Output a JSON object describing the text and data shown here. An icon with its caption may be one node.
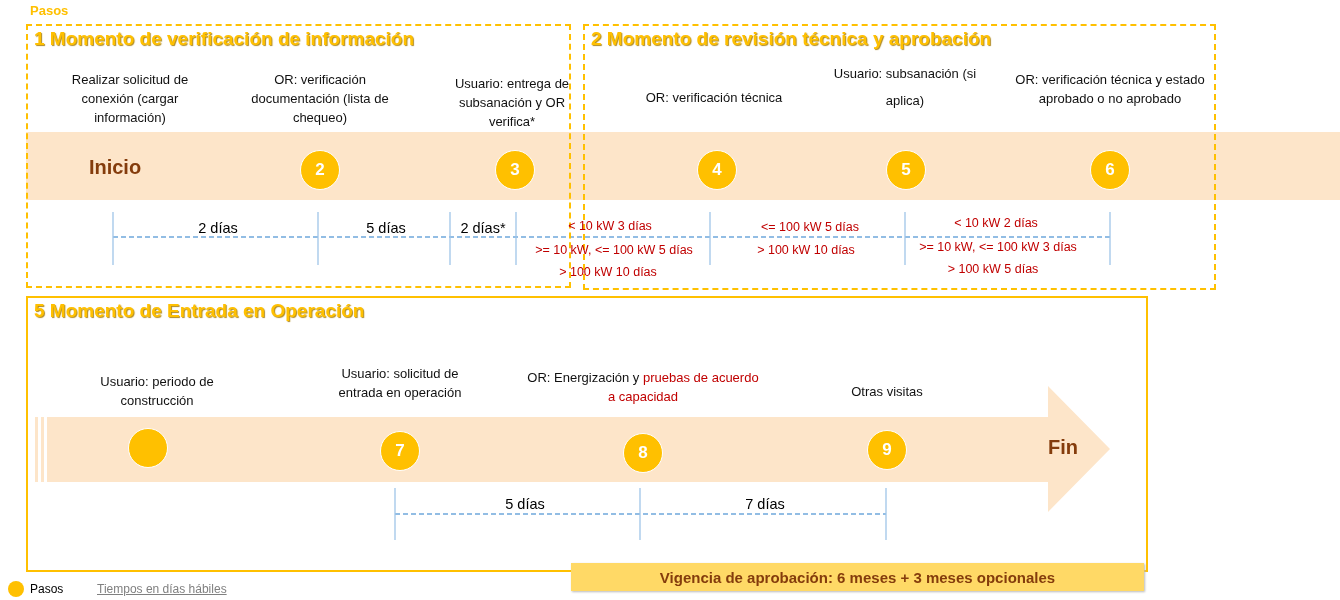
{
  "diagram": {
    "nodes": [
      {
        "text": [
          "1 Momento de verificación de información"
        ]
      },
      {
        "text": [
          "2 Momento de revisión técnica y aprobación"
        ]
      },
      {
        "text": [
          "5 Momento de Entrada en Operación"
        ]
      },
      {
        "text": [
          "Inicio"
        ],
        "in": 0,
        "beside": [
          "Realizar solicitud de conexión (cargar información)"
        ]
      },
      {
        "text": [
          "2"
        ],
        "in": 0,
        "beside": [
          "OR: verificación documentación (lista de chequeo)"
        ]
      },
      {
        "text": [
          "3"
        ],
        "in": 0,
        "beside": [
          "Usuario: entrega de subsanación y OR verifica*"
        ]
      },
      {
        "text": [
          "4"
        ],
        "in": 1,
        "beside": [
          "OR: verificación técnica"
        ]
      },
      {
        "text": [
          "5"
        ],
        "in": 1,
        "beside": [
          "Usuario: subsanación (si aplica)"
        ]
      },
      {
        "text": [
          "6"
        ],
        "in": 1,
        "beside": [
          "OR: verificación técnica y estado aprobado o no aprobado"
        ]
      },
      {
        "text": [],
        "shape": "circle",
        "in": 2,
        "beside": [
          "Usuario: periodo de construcción"
        ]
      },
      {
        "text": [
          "7"
        ],
        "in": 2,
        "beside": [
          "Usuario: solicitud de entrada en operación"
        ]
      },
      {
        "text": [
          "8"
        ],
        "in": 2,
        "beside": [
          "OR: Energización y",
          "pruebas de acuerdo a capacidad"
        ]
      },
      {
        "text": [
          "9"
        ],
        "in": 2,
        "beside": [
          "Otras visitas"
        ]
      },
      {
        "text": [
          "Fin"
        ],
        "in": 2
      },
      {
        "text": [
          "Vigencia de aprobación: 6 meses + 3 meses opcionales"
        ]
      }
    ],
    "labels": [
      "Pasos",
      "2 días",
      "5 días",
      "2 días*",
      "< 10 kW 3 días",
      ">= 10 kW, <= 100 kW 5 días",
      "> 100 kW 10 días",
      "<= 100 kW 5 días",
      "> 100 kW 10 días",
      "< 10 kW 2 días",
      ">= 10 kW, <= 100 kW 3 días",
      "> 100 kW 5 días",
      "5 días",
      "7 días",
      "Tiempos en días hábiles"
    ],
    "legend": [
      {
        "text": "Pasos",
        "color": "#ffc000"
      }
    ]
  }
}
